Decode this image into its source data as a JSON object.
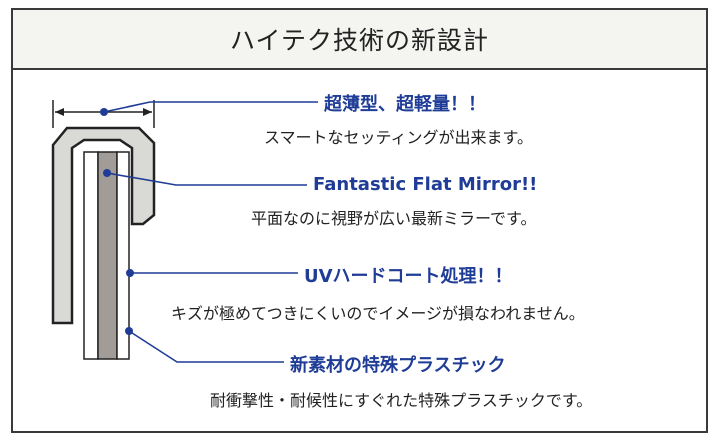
{
  "title": "ハイテク技術の新設計",
  "features": [
    {
      "heading": "超薄型、超軽量！！",
      "description": "スマートなセッティングが出来ます。"
    },
    {
      "heading": "Fantastic Flat Mirror!!",
      "description": "平面なのに視野が広い最新ミラーです。"
    },
    {
      "heading": "UVハードコート処理！！",
      "description": "キズが極めてつきにくいのでイメージが損なわれません。"
    },
    {
      "heading": "新素材の特殊プラスチック",
      "description": "耐衝撃性・耐候性にすぐれた特殊プラスチックです。"
    }
  ],
  "colors": {
    "heading": "#1f3c96",
    "frame_border": "#3a3a3a",
    "mirror_shell": "#d9d9d6",
    "mirror_glass": "#a29c98",
    "leader_line": "#1f3c96"
  }
}
